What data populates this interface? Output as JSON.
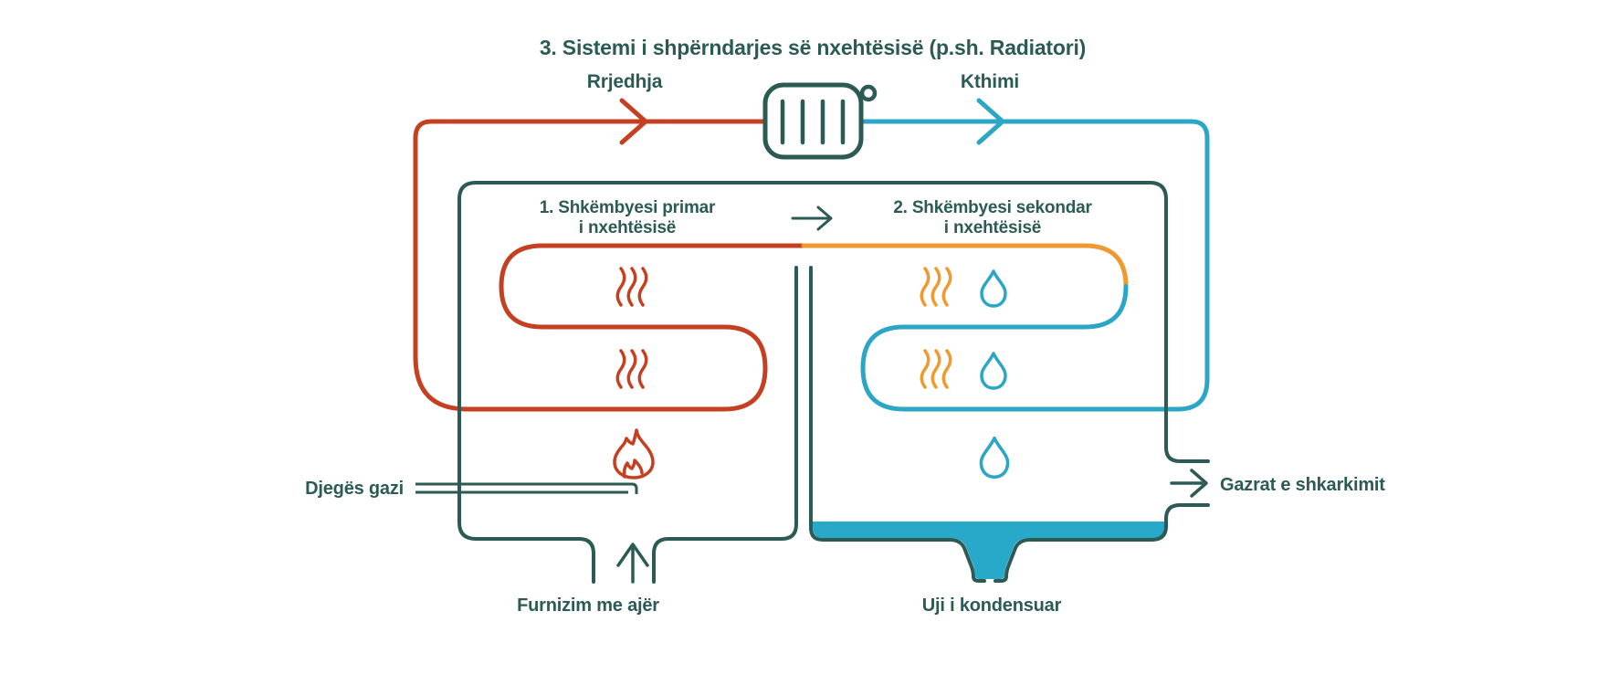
{
  "diagram": {
    "title": "3. Sistemi i shpërndarjes së nxehtësisë (p.sh. Radiatori)",
    "labels": {
      "flow": "Rrjedhja",
      "return": "Kthimi",
      "primary_hx_line1": "1. Shkëmbyesi primar",
      "primary_hx_line2": "i nxehtësisë",
      "secondary_hx_line1": "2. Shkëmbyesi sekondar",
      "secondary_hx_line2": "i nxehtësisë",
      "gas_burner": "Djegës gazi",
      "exhaust_gases": "Gazrat e shkarkimit",
      "air_supply": "Furnizim me ajër",
      "condensed_water": "Uji i kondensuar"
    },
    "icons": {
      "radiator": "radiator-icon",
      "flame": "flame-icon",
      "heat_waves": "heat-waves-icon",
      "water_drop": "water-drop-icon",
      "flow_arrow": "arrow-right-icon",
      "air_arrow": "arrow-up-icon"
    },
    "colors": {
      "hot_flow_red": "#c54020",
      "warm_orange": "#f0992f",
      "cool_return_blue": "#2ba6c6",
      "condensate_cyan": "#28a9c9",
      "outline_teal": "#2b5b54",
      "background": "#ffffff"
    }
  }
}
